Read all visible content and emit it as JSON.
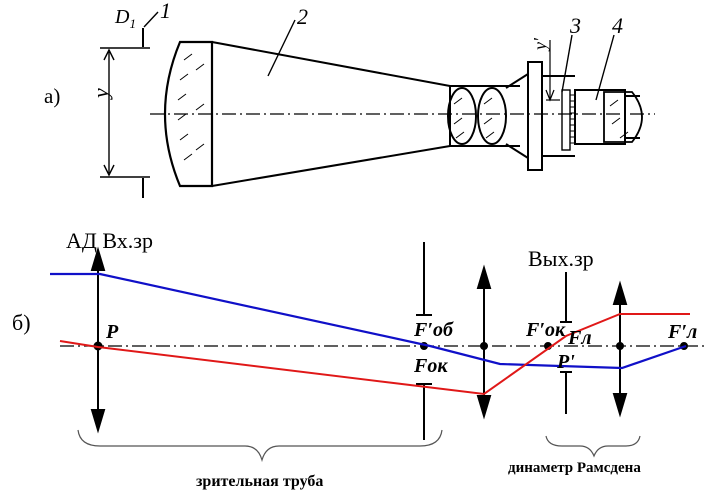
{
  "part_a": {
    "label": "а)",
    "callouts": [
      "1",
      "2",
      "3",
      "4"
    ],
    "symbol_d": "D",
    "symbol_d_sub": "1",
    "symbol_y": "y",
    "symbol_y_prime": "y'"
  },
  "part_b": {
    "label": "б)",
    "entrance_pupil": "АД Вх.зр",
    "exit_pupil": "Вых.зр",
    "point_p": "P",
    "point_p_prime": "P'",
    "focus_ob_prime": "F′об",
    "focus_ok": "Fок",
    "focus_ok_prime": "F′ок",
    "focus_l": "Fл",
    "focus_l_prime": "F′л",
    "caption_telescope": "зрительная труба",
    "caption_dynameter": "динаметр Рамсдена"
  },
  "colors": {
    "ray_blue": "#1010c8",
    "ray_red": "#e01818",
    "ink": "#000000"
  }
}
